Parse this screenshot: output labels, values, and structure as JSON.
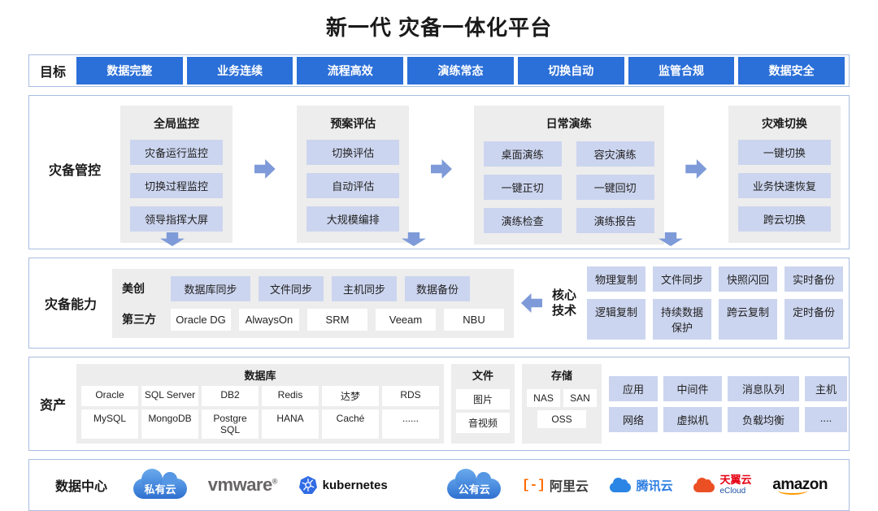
{
  "title": "新一代 灾备一体化平台",
  "goals": {
    "label": "目标",
    "items": [
      "数据完整",
      "业务连续",
      "流程高效",
      "演练常态",
      "切换自动",
      "监管合规",
      "数据安全"
    ]
  },
  "management": {
    "label": "灾备管控",
    "col_monitor": {
      "title": "全局监控",
      "items": [
        "灾备运行监控",
        "切换过程监控",
        "领导指挥大屏"
      ]
    },
    "col_eval": {
      "title": "预案评估",
      "items": [
        "切换评估",
        "自动评估",
        "大规模编排"
      ]
    },
    "col_drill": {
      "title": "日常演练",
      "left": [
        "桌面演练",
        "一键正切",
        "演练检查"
      ],
      "right": [
        "容灾演练",
        "一键回切",
        "演练报告"
      ]
    },
    "col_switch": {
      "title": "灾难切换",
      "items": [
        "一键切换",
        "业务快速恢复",
        "跨云切换"
      ]
    }
  },
  "capability": {
    "label": "灾备能力",
    "meichuang": {
      "label": "美创",
      "items": [
        "数据库同步",
        "文件同步",
        "主机同步",
        "数据备份"
      ]
    },
    "third_party": {
      "label": "第三方",
      "items": [
        "Oracle DG",
        "AlwaysOn",
        "SRM",
        "Veeam",
        "NBU"
      ]
    },
    "core": {
      "label": "核心技术",
      "row1": [
        "物理复制",
        "文件同步",
        "快照闪回",
        "实时备份"
      ],
      "row2": [
        "逻辑复制",
        "持续数据保护",
        "跨云复制",
        "定时备份"
      ]
    }
  },
  "assets": {
    "label": "资产",
    "database": {
      "title": "数据库",
      "row1": [
        "Oracle",
        "SQL Server",
        "DB2",
        "Redis",
        "达梦",
        "RDS"
      ],
      "row2": [
        "MySQL",
        "MongoDB",
        "Postgre SQL",
        "HANA",
        "Caché",
        "......"
      ]
    },
    "file": {
      "title": "文件",
      "items": [
        "图片",
        "音视频"
      ]
    },
    "storage": {
      "title": "存储",
      "row1": [
        "NAS",
        "SAN"
      ],
      "row2": [
        "OSS"
      ]
    },
    "other": {
      "row1": [
        "应用",
        "中间件",
        "消息队列",
        "主机"
      ],
      "row2": [
        "网络",
        "虚拟机",
        "负载均衡",
        "...."
      ]
    }
  },
  "datacenter": {
    "label": "数据中心",
    "private_cloud": "私有云",
    "vmware": "vmware",
    "vmware_reg": "®",
    "kubernetes": "kubernetes",
    "public_cloud": "公有云",
    "alibaba_icon": "[-]",
    "alibaba": "阿里云",
    "tencent": "腾讯云",
    "ctyun": "天翼云",
    "ctyun_sub": "eCloud",
    "amazon": "amazon"
  },
  "colors": {
    "accent_blue": "#2b6fd8",
    "item_blue": "#ccd5ef",
    "panel_gray": "#ededed",
    "border_blue": "#a9bce0",
    "arrow_blue": "#7e9ad8",
    "vmware_gray": "#696566",
    "kubernetes_blue": "#326ce5",
    "alibaba_orange": "#ff6a00",
    "tencent_blue": "#2b85e4",
    "ctyun_red": "#e60012",
    "amazon_orange": "#ff9900"
  }
}
